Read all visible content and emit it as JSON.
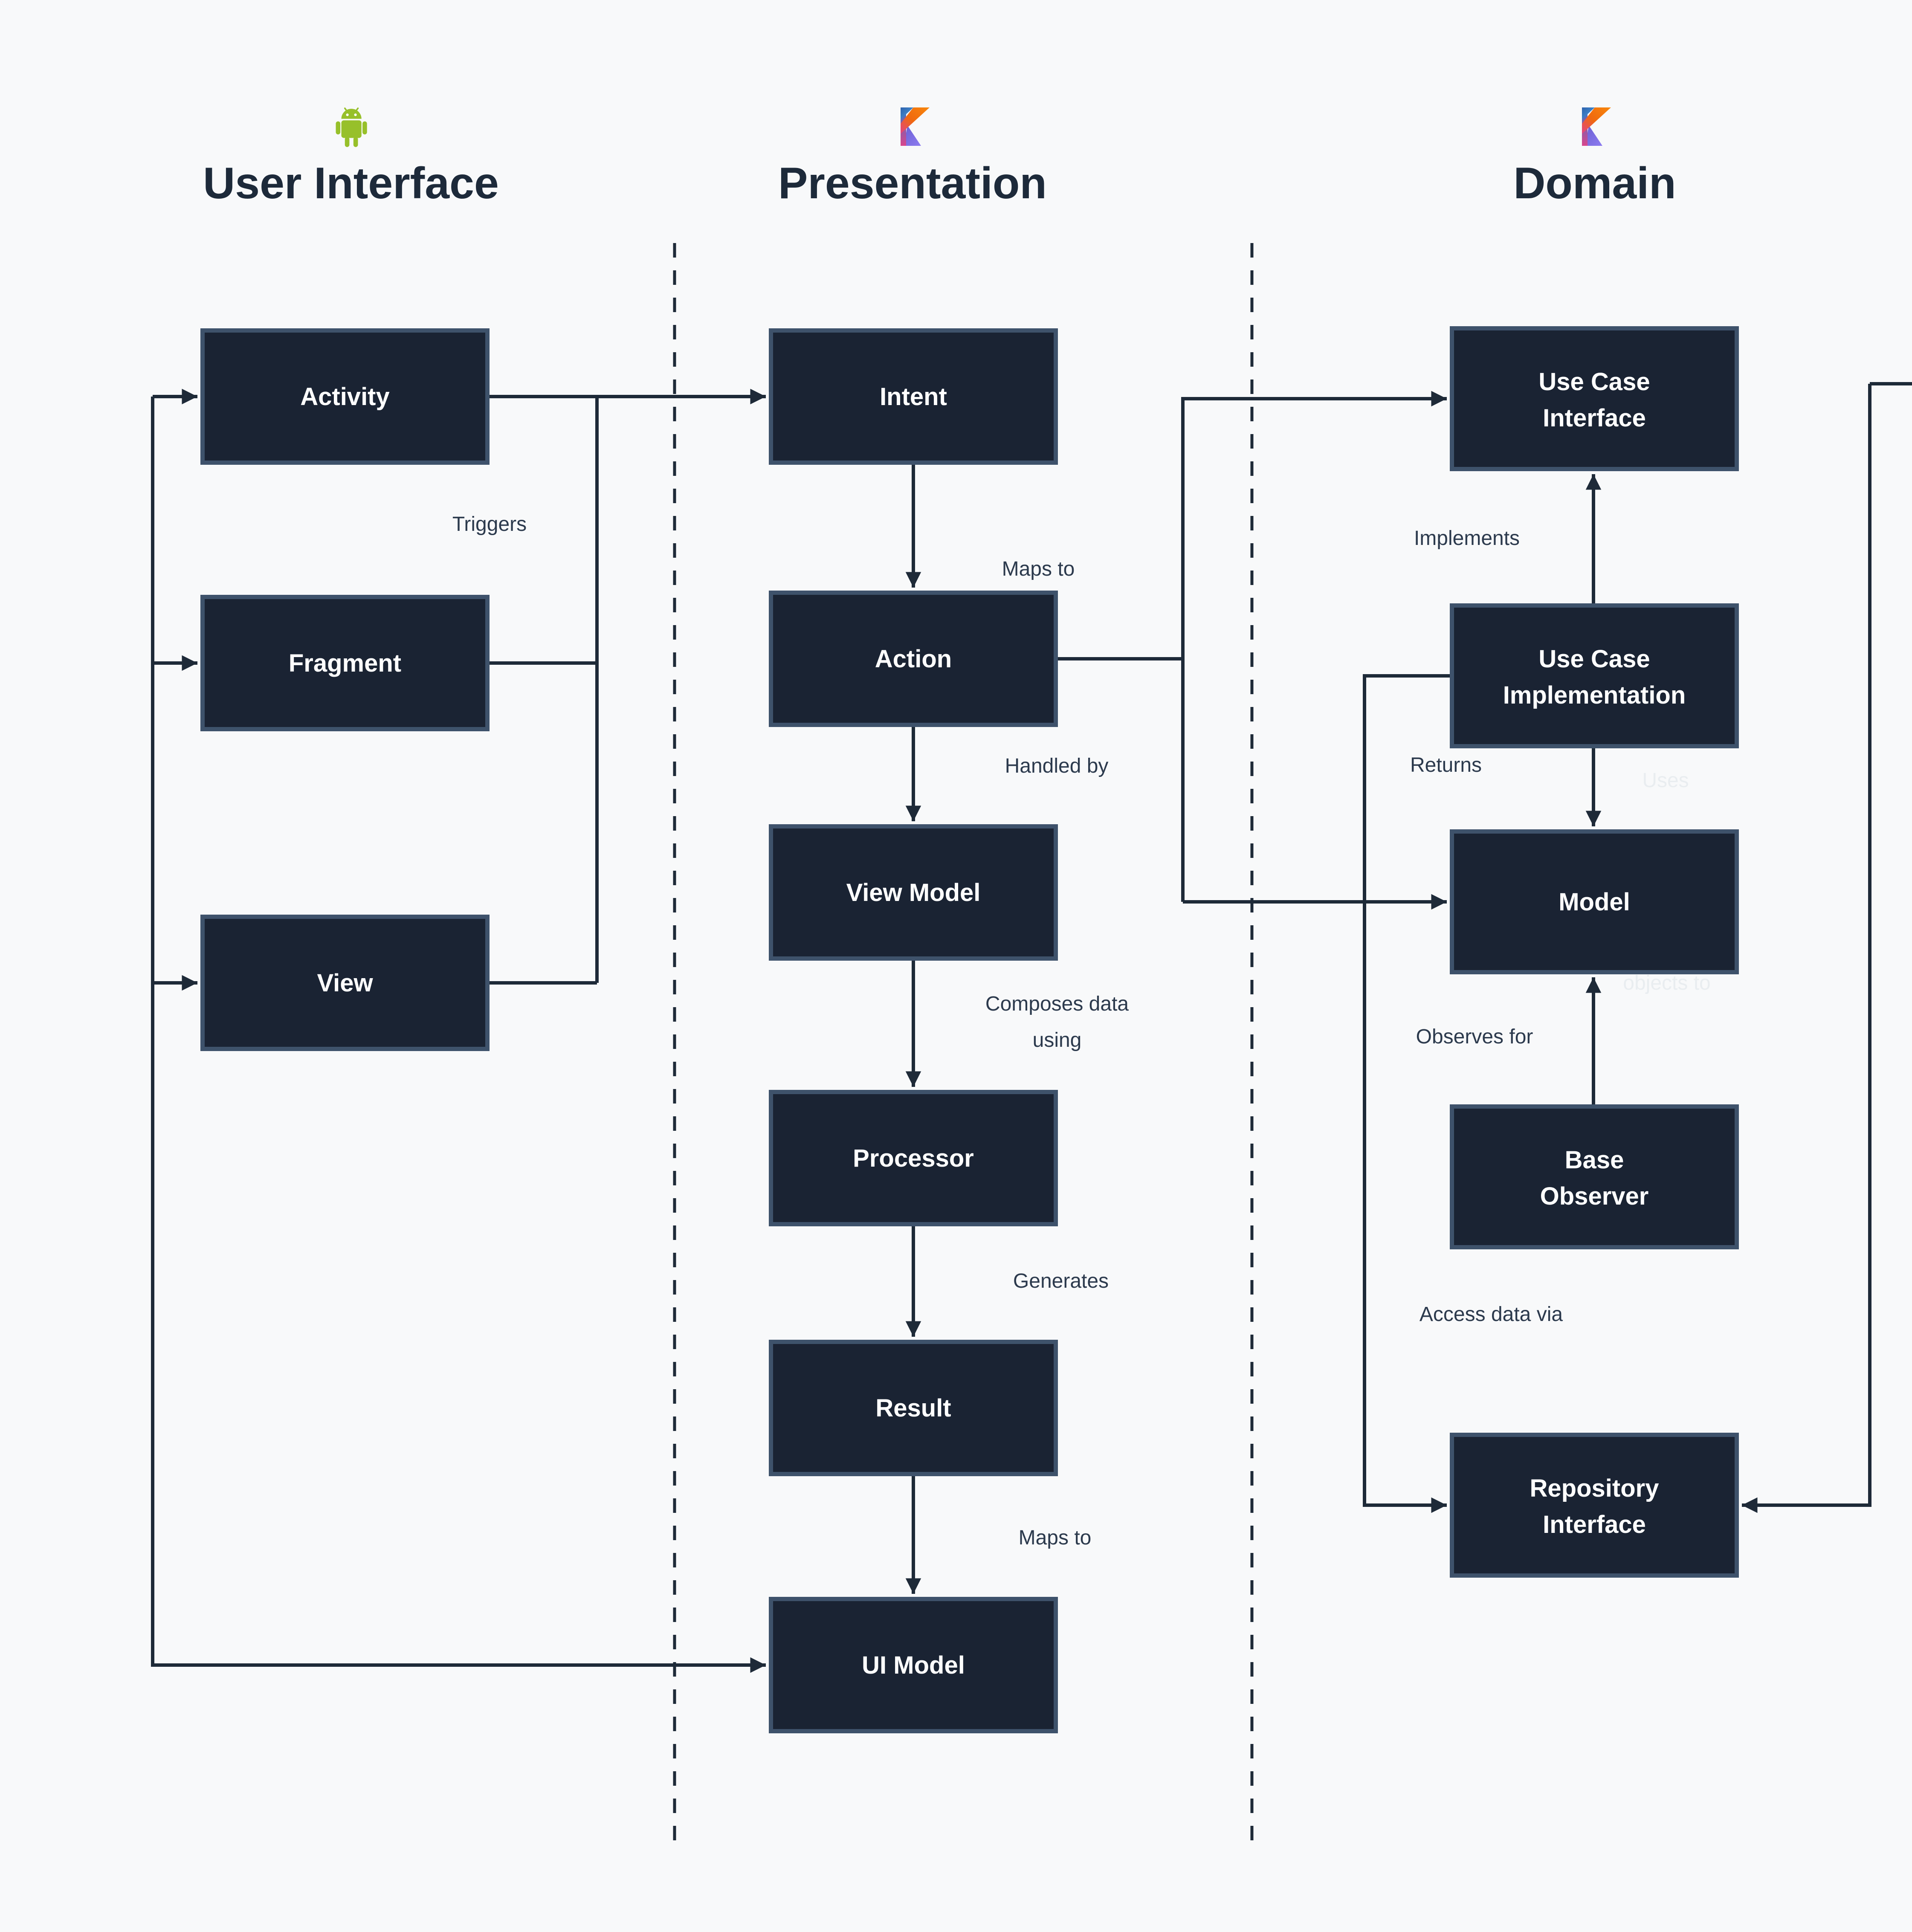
{
  "columns": {
    "user_interface": {
      "title": "User Interface",
      "icon": "android-icon"
    },
    "presentation": {
      "title": "Presentation",
      "icon": "kotlin-icon"
    },
    "domain": {
      "title": "Domain",
      "icon": "kotlin-icon"
    }
  },
  "nodes": {
    "activity": {
      "label": "Activity"
    },
    "fragment": {
      "label": "Fragment"
    },
    "view": {
      "label": "View"
    },
    "intent": {
      "label": "Intent"
    },
    "action": {
      "label": "Action"
    },
    "view_model": {
      "label": "View Model"
    },
    "processor": {
      "label": "Processor"
    },
    "result": {
      "label": "Result"
    },
    "ui_model": {
      "label": "UI Model"
    },
    "use_case_interface": {
      "line1": "Use Case",
      "line2": "Interface"
    },
    "use_case_implementation": {
      "line1": "Use Case",
      "line2": "Implementation"
    },
    "model": {
      "label": "Model"
    },
    "base_observer": {
      "line1": "Base",
      "line2": "Observer"
    },
    "repository_interface": {
      "line1": "Repository",
      "line2": "Interface"
    }
  },
  "edge_labels": {
    "triggers": "Triggers",
    "maps_to_1": "Maps to",
    "handled_by": "Handled by",
    "composes_line1": "Composes data",
    "composes_line2": "using",
    "generates": "Generates",
    "maps_to_2": "Maps to",
    "implements": "Implements",
    "returns": "Returns",
    "observes_for": "Observes for",
    "access_data_via": "Access data via",
    "uses_faded": "Uses",
    "objects_to_faded": "objects to"
  },
  "colors": {
    "background": "#f8f9fa",
    "node_fill": "#1a2333",
    "node_border": "#3e526b",
    "line": "#1e2a38",
    "label_text": "#2c3a4d",
    "faded_label": "#e9edf0",
    "android_green": "#97c02a",
    "kotlin_orange": "#f8870c",
    "kotlin_pink": "#d8468d",
    "kotlin_blue": "#3876c6",
    "kotlin_violet": "#6b5fd3"
  }
}
